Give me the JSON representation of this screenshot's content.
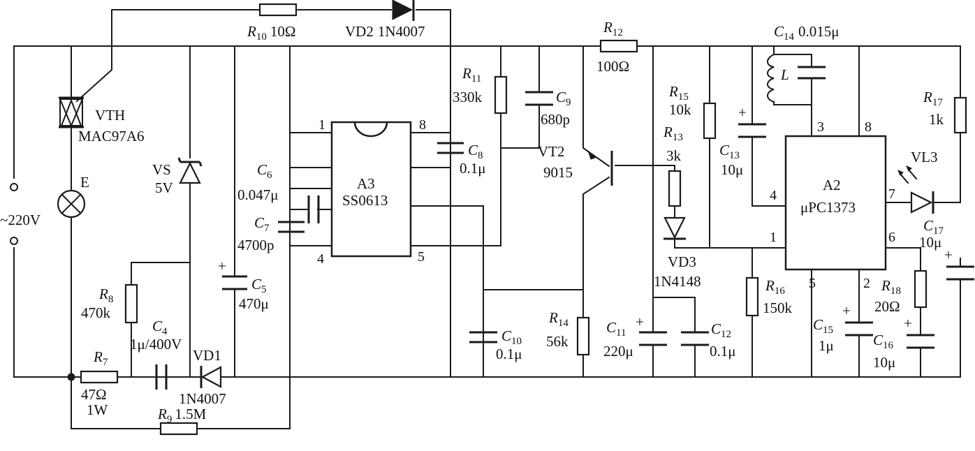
{
  "mains": {
    "label": "~220V"
  },
  "parts": {
    "VTH": {
      "ref": "VTH",
      "value": "MAC97A6"
    },
    "E": {
      "ref": "E"
    },
    "R10": {
      "ref": "R",
      "sub": "10",
      "value": "10Ω"
    },
    "VD2": {
      "ref": "VD2",
      "value": "1N4007"
    },
    "VS": {
      "ref": "VS",
      "value": "5V"
    },
    "R8": {
      "ref": "R",
      "sub": "8",
      "value": "470k"
    },
    "C4": {
      "ref": "C",
      "sub": "4",
      "value": "1μ/400V"
    },
    "VD1": {
      "ref": "VD1",
      "value": "1N4007"
    },
    "R7": {
      "ref": "R",
      "sub": "7",
      "value": "47Ω",
      "value2": "1W"
    },
    "R9": {
      "ref": "R",
      "sub": "9",
      "value": "1.5M"
    },
    "C5": {
      "ref": "C",
      "sub": "5",
      "value": "470μ"
    },
    "C6": {
      "ref": "C",
      "sub": "6",
      "value": "0.047μ"
    },
    "C7": {
      "ref": "C",
      "sub": "7",
      "value": "4700p"
    },
    "A3": {
      "ref": "A3",
      "value": "SS0613",
      "pins": [
        "1",
        "8",
        "4",
        "5"
      ]
    },
    "C8": {
      "ref": "C",
      "sub": "8",
      "value": "0.1μ"
    },
    "R11": {
      "ref": "R",
      "sub": "11",
      "value": "330k"
    },
    "C9": {
      "ref": "C",
      "sub": "9",
      "value": "680p"
    },
    "C10": {
      "ref": "C",
      "sub": "10",
      "value": "0.1μ"
    },
    "R12": {
      "ref": "R",
      "sub": "12",
      "value": "100Ω"
    },
    "VT2": {
      "ref": "VT2",
      "value": "9015"
    },
    "R14": {
      "ref": "R",
      "sub": "14",
      "value": "56k"
    },
    "R15": {
      "ref": "R",
      "sub": "15",
      "value": "10k"
    },
    "R13": {
      "ref": "R",
      "sub": "13",
      "value": "3k"
    },
    "VD3": {
      "ref": "VD3",
      "value": "1N4148"
    },
    "C11": {
      "ref": "C",
      "sub": "11",
      "value": "220μ"
    },
    "C12": {
      "ref": "C",
      "sub": "12",
      "value": "0.1μ"
    },
    "C13": {
      "ref": "C",
      "sub": "13",
      "value": "10μ"
    },
    "L": {
      "ref": "L"
    },
    "C14": {
      "ref": "C",
      "sub": "14",
      "value": "0.015μ"
    },
    "A2": {
      "ref": "A2",
      "value": "μPC1373",
      "pins": [
        "3",
        "8",
        "4",
        "1",
        "7",
        "6",
        "5",
        "2"
      ]
    },
    "R16": {
      "ref": "R",
      "sub": "16",
      "value": "150k"
    },
    "C15": {
      "ref": "C",
      "sub": "15",
      "value": "1μ"
    },
    "R17": {
      "ref": "R",
      "sub": "17",
      "value": "1k"
    },
    "VL3": {
      "ref": "VL3"
    },
    "C17": {
      "ref": "C",
      "sub": "17",
      "value": "10μ"
    },
    "R18": {
      "ref": "R",
      "sub": "18",
      "value": "20Ω"
    },
    "C16": {
      "ref": "C",
      "sub": "16",
      "value": "10μ"
    }
  },
  "polarity_mark": "+"
}
